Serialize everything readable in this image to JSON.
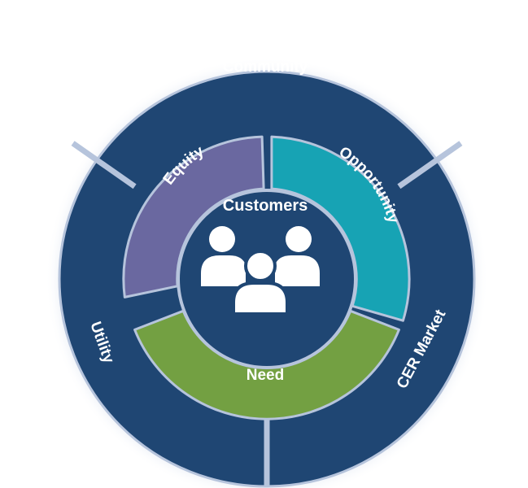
{
  "diagram": {
    "center": {
      "label": "Customers",
      "icon": "people-group-icon"
    },
    "inner_ring": [
      {
        "label": "Equity",
        "color": "#6a68a0"
      },
      {
        "label": "Opportunity",
        "color": "#17a3b4"
      },
      {
        "label": "Need",
        "color": "#73a042"
      }
    ],
    "outer_ring": [
      {
        "label": "Community",
        "color": "#1f4673"
      },
      {
        "label": "CER Market",
        "color": "#1f4673"
      },
      {
        "label": "Utility",
        "color": "#1f4673"
      }
    ],
    "colors": {
      "center": "#1f4673",
      "outer_ring": "#1f4673",
      "divider": "#b6c4dc",
      "halo": "#c9d5e8"
    }
  }
}
